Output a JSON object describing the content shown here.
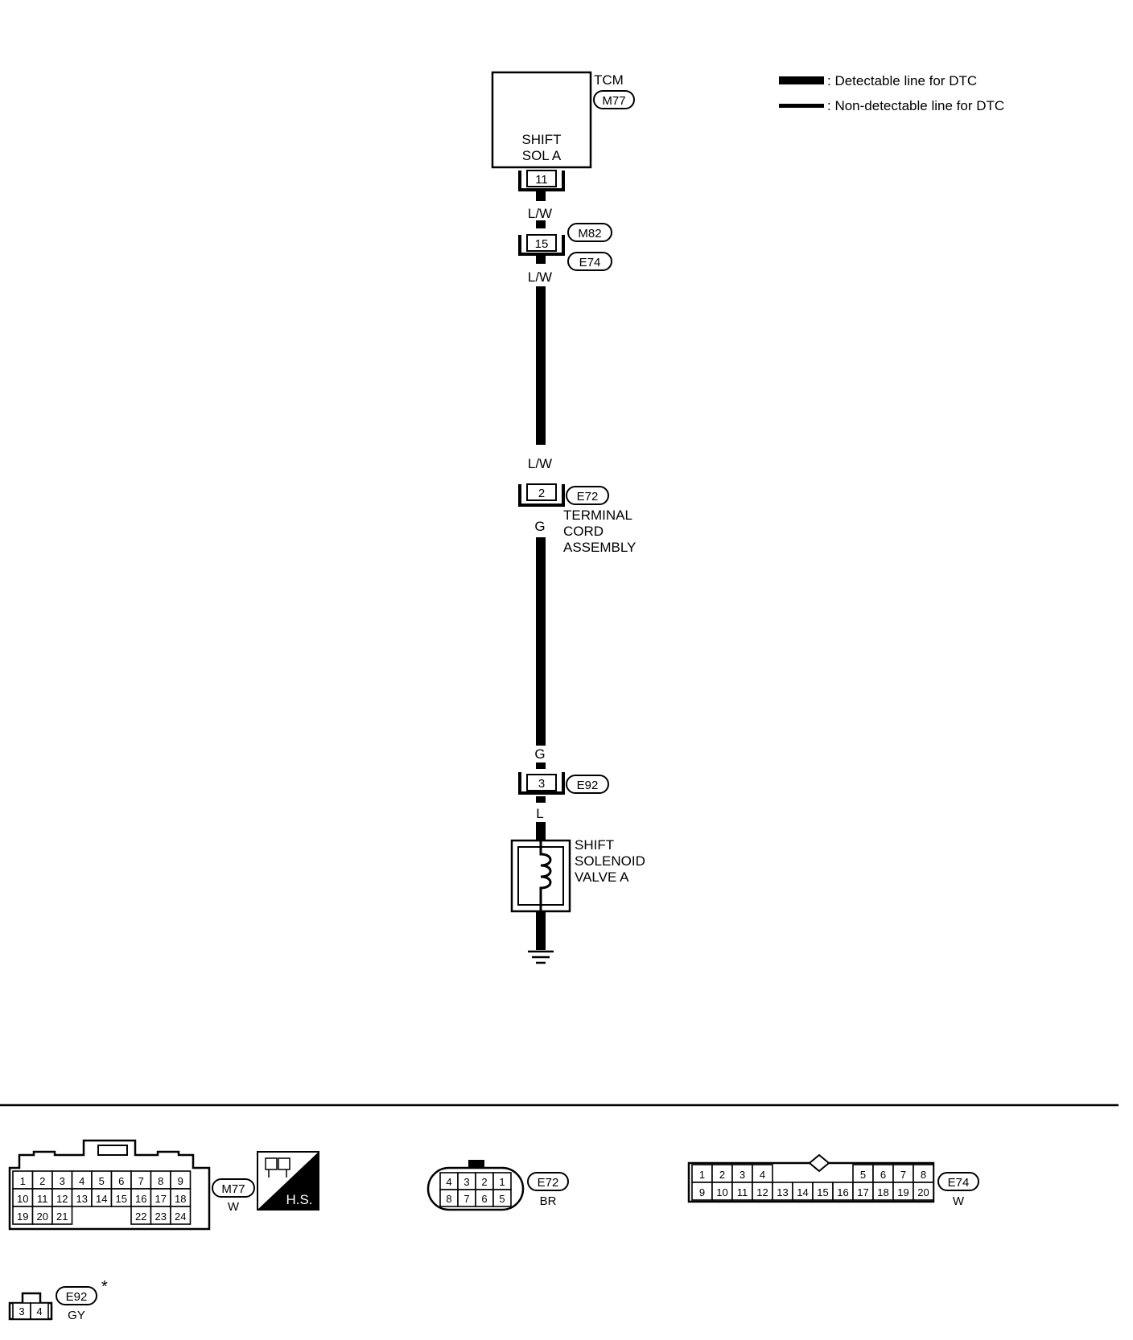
{
  "legend": {
    "detectable": ": Detectable line for DTC",
    "non_detectable": ": Non-detectable line for DTC"
  },
  "tcm": {
    "name": "TCM",
    "connector": "M77",
    "terminal_label_line1": "SHIFT",
    "terminal_label_line2": "SOL A",
    "pin": "11"
  },
  "wires": {
    "seg1": "L/W",
    "seg2_top": "L/W",
    "seg2_bottom": "L/W",
    "seg3": "G",
    "seg3_bottom": "G",
    "seg4": "L"
  },
  "junction_m82_e74": {
    "pin": "15",
    "connector_upper": "M82",
    "connector_lower": "E74"
  },
  "junction_e72": {
    "pin": "2",
    "connector": "E72",
    "label_line1": "TERMINAL",
    "label_line2": "CORD",
    "label_line3": "ASSEMBLY"
  },
  "junction_e92": {
    "pin": "3",
    "connector": "E92"
  },
  "solenoid": {
    "label_line1": "SHIFT",
    "label_line2": "SOLENOID",
    "label_line3": "VALVE A"
  },
  "connector_views": {
    "m77": {
      "name": "M77",
      "color": "W",
      "row1": [
        "1",
        "2",
        "3",
        "4",
        "5",
        "6",
        "7",
        "8",
        "9"
      ],
      "row2": [
        "10",
        "11",
        "12",
        "13",
        "14",
        "15",
        "16",
        "17",
        "18"
      ],
      "row3_left": [
        "19",
        "20",
        "21"
      ],
      "row3_right": [
        "22",
        "23",
        "24"
      ],
      "badge": "H.S."
    },
    "e72": {
      "name": "E72",
      "color": "BR",
      "top": [
        "4",
        "3",
        "2",
        "1"
      ],
      "bottom": [
        "8",
        "7",
        "6",
        "5"
      ]
    },
    "e74": {
      "name": "E74",
      "color": "W",
      "top_left": [
        "1",
        "2",
        "3",
        "4"
      ],
      "top_right": [
        "5",
        "6",
        "7",
        "8"
      ],
      "bottom": [
        "9",
        "10",
        "11",
        "12",
        "13",
        "14",
        "15",
        "16",
        "17",
        "18",
        "19",
        "20"
      ]
    },
    "e92": {
      "name": "E92",
      "color": "GY",
      "pins": [
        "3",
        "4"
      ],
      "star": "*"
    }
  }
}
